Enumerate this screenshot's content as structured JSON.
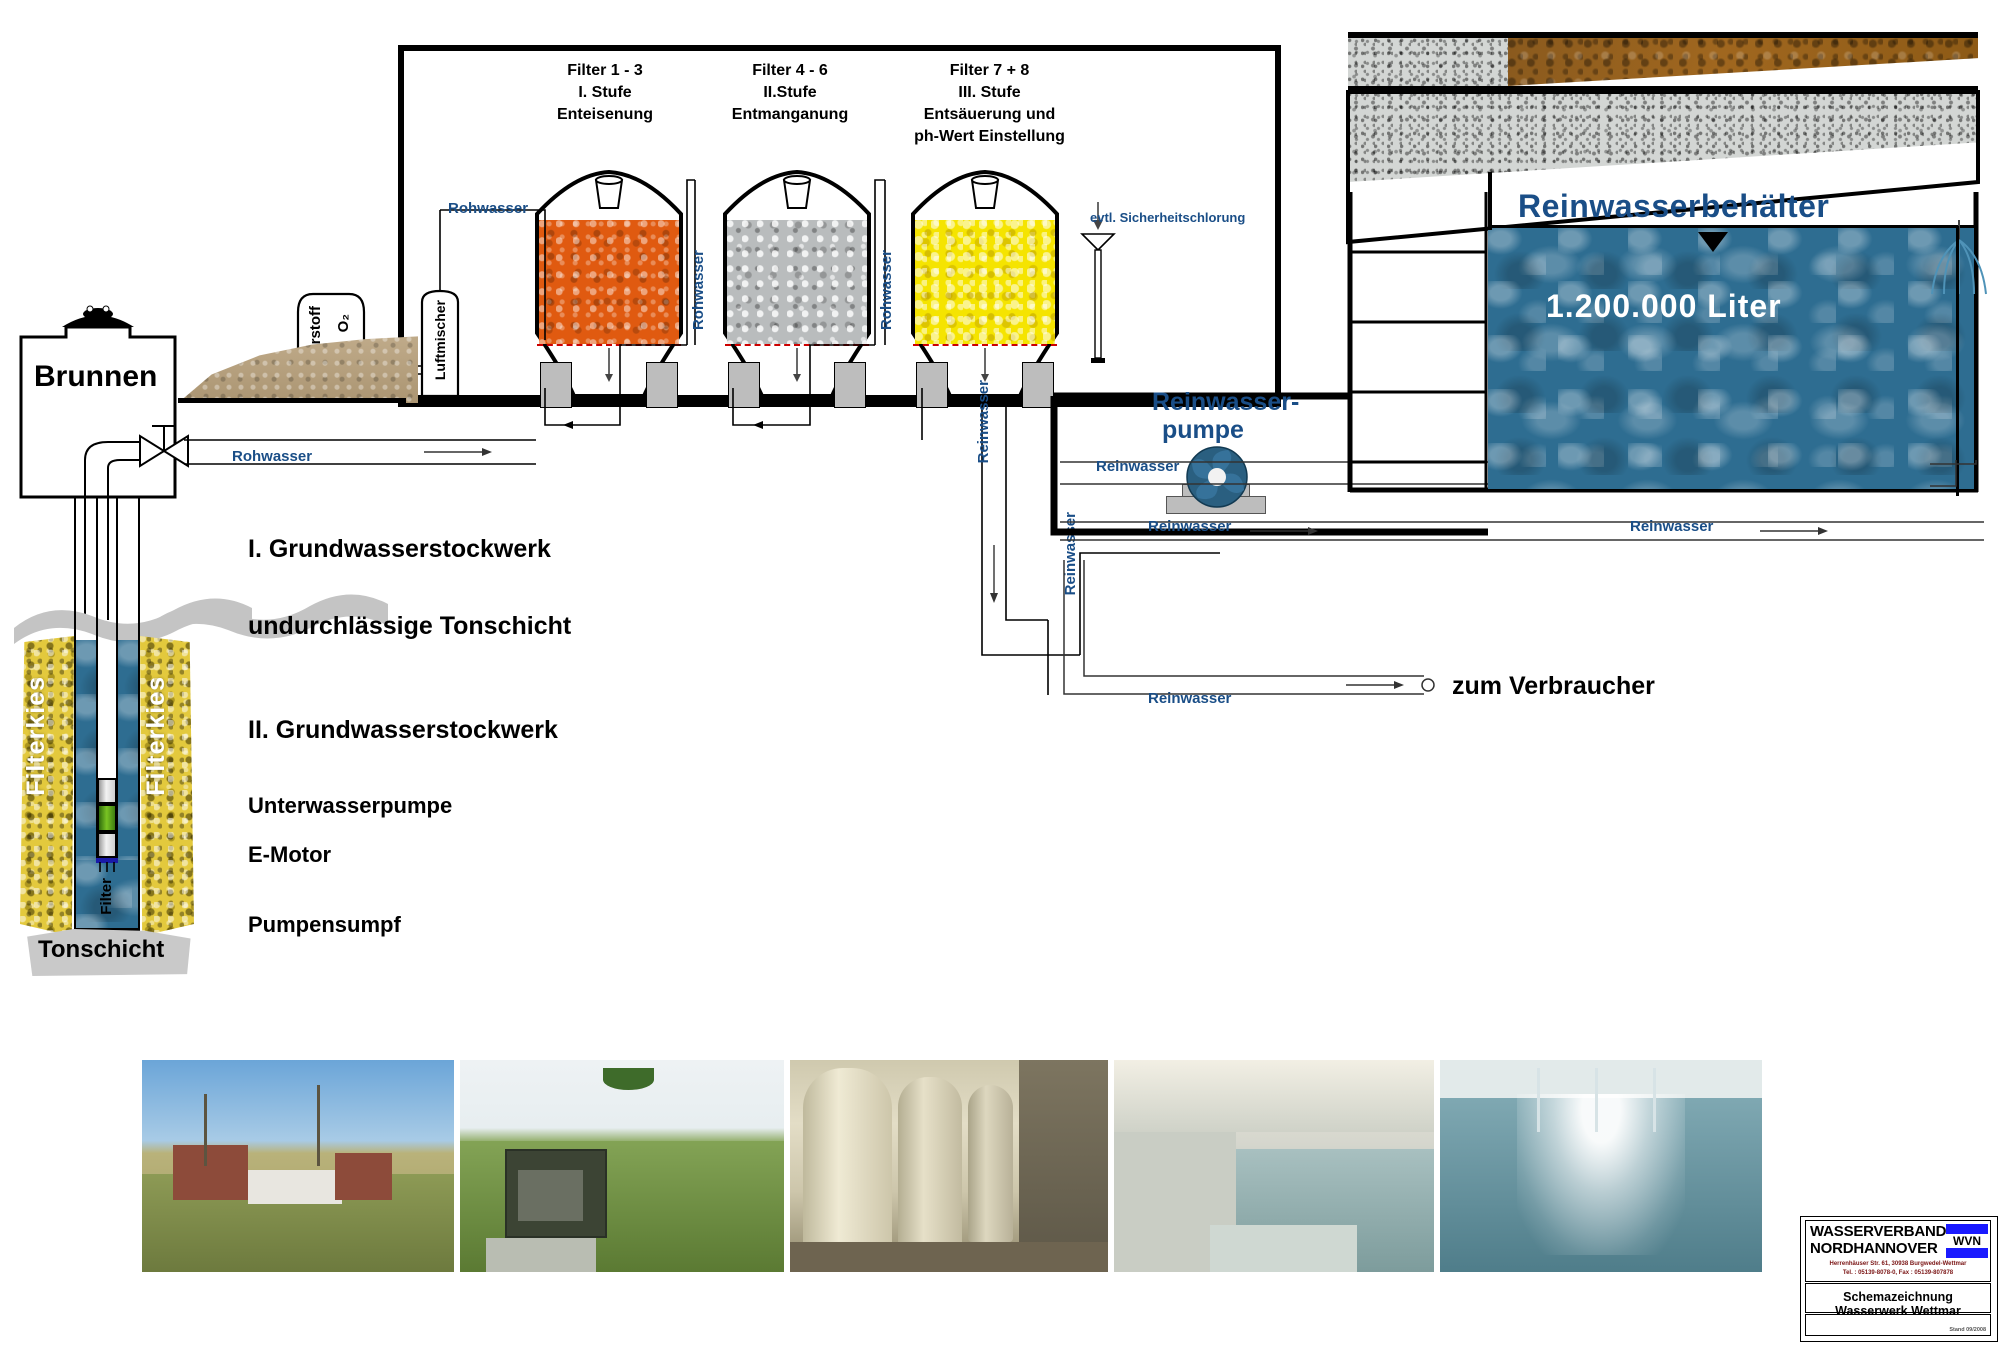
{
  "title_block": {
    "company_line1": "WASSERVERBAND",
    "company_line2": "NORDHANNOVER",
    "address": "Herrenhäuser Str. 61, 30938 Burgwedel-Wettmar",
    "contact": "Tel. : 05139-8078-0, Fax : 05139-807878",
    "drawing_title": "Schemazeichnung Wasserwerk Wettmar",
    "revision": "Stand 09/2008",
    "logo_text": "WVN"
  },
  "plant": {
    "filter_groups": [
      {
        "name": "Filter 1 - 3",
        "stage": "I. Stufe",
        "process": "Enteisenung",
        "process2": ""
      },
      {
        "name": "Filter 4 - 6",
        "stage": "II.Stufe",
        "process": "Entmanganung",
        "process2": ""
      },
      {
        "name": "Filter 7 + 8",
        "stage": "III. Stufe",
        "process": "Entsäuerung und",
        "process2": "ph-Wert Einstellung"
      }
    ],
    "chlorination_label": "evtl. Sicherheitschlorung",
    "oxygen_tank": {
      "label": "Sauerstoff",
      "formula": "O₂"
    },
    "air_mixer": "Luftmischer"
  },
  "well": {
    "label": "Brunnen",
    "gravel_pack_left": "Filterkies",
    "gravel_pack_right": "Filterkies",
    "filter_screen": "Filter",
    "clay_layer": "Tonschicht"
  },
  "reservoir": {
    "title": "Reinwasserbehälter",
    "capacity": "1.200.000 Liter"
  },
  "pump": {
    "line1": "Reinwasser-",
    "line2": "pumpe"
  },
  "annotations": {
    "aquifer_1": "I. Grundwasserstockwerk",
    "clay_layer": "undurchlässige Tonschicht",
    "aquifer_2": "II. Grundwasserstockwerk",
    "submersible_pump": "Unterwasserpumpe",
    "motor": "E-Motor",
    "sump": "Pumpensumpf",
    "to_consumer": "zum Verbraucher"
  },
  "pipe_labels": {
    "raw_water": "Rohwasser",
    "clean_water": "Reinwasser"
  },
  "colors": {
    "accent_blue": "#1a4e87",
    "water": "#2e6d91",
    "filter_media_1": "#e05a10",
    "filter_media_2": "#b9bcbd",
    "filter_media_3": "#f5e400",
    "gravel": "#e3c93d",
    "logo_blue": "#1a1aff"
  },
  "photos": [
    {
      "caption": "waterworks-building-exterior"
    },
    {
      "caption": "well-head-cabinet-in-field"
    },
    {
      "caption": "filter-vessel-hall-interior"
    },
    {
      "caption": "clean-water-reservoir-interior"
    },
    {
      "caption": "reservoir-inlet-cascade"
    }
  ]
}
